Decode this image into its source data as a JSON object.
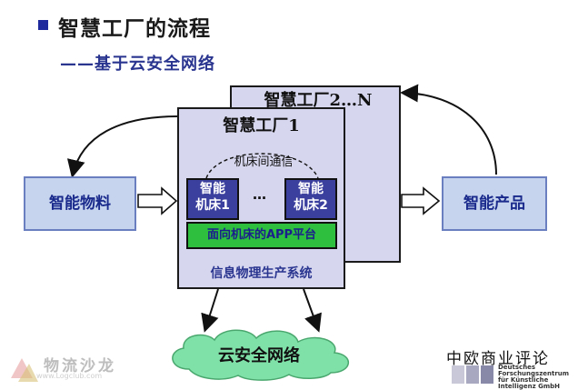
{
  "header": {
    "title": "智慧工厂的流程",
    "subtitle": "——基于云安全网络"
  },
  "diagram": {
    "factory_back_label": "智慧工厂2…N",
    "factory_front_label": "智慧工厂1",
    "machine_comm_label": "机床间通信",
    "machine1_label": "智能\n机床1",
    "machine_dots": "…",
    "machine2_label": "智能\n机床2",
    "platform_label": "面向机床的APP平台",
    "cps_label": "信息物理生产系统",
    "input_label": "智能物料",
    "output_label": "智能产品",
    "cloud_label": "云安全网络"
  },
  "watermarks": {
    "left_logo_text": "物流沙龙",
    "left_logo_url": "www.Logclub.com",
    "right_text": "中欧商业评论",
    "dfki_lines": [
      "Deutsches",
      "Forschungszentrum",
      "für Künstliche",
      "Intelligenz GmbH"
    ]
  },
  "colors": {
    "factory_fill": "#d6d6ee",
    "machine_fill": "#3b3f9e",
    "platform_fill": "#2fbf3f",
    "side_box_fill": "#c6d4ee",
    "cloud_fill": "#7fe0a8",
    "accent_text": "#2a3590"
  }
}
